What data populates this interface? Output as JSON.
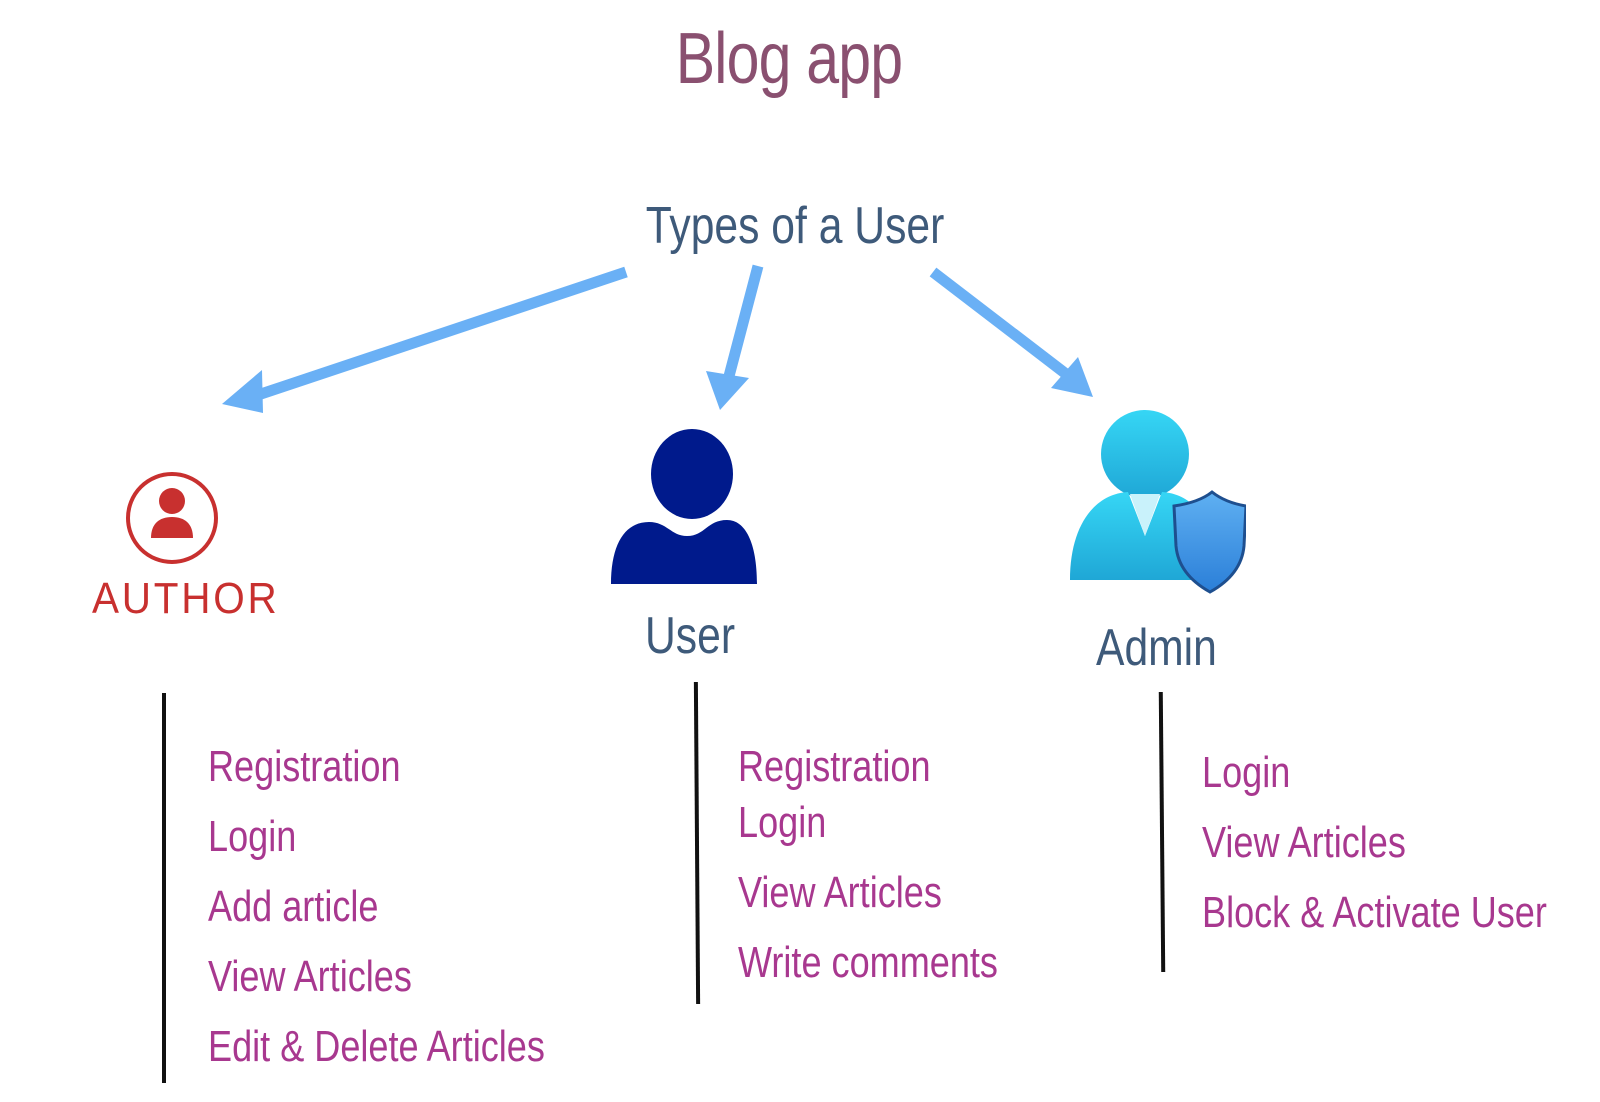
{
  "title": "Blog app",
  "subtitle": "Types of a User",
  "colors": {
    "title": "#8a5070",
    "heading": "#3e5a7a",
    "feature": "#a8388f",
    "arrow": "#6ab0f5",
    "author": "#c8302f",
    "user_icon": "#001a8c",
    "admin_icon": "#35c8ec",
    "admin_shield": "#3a8fe0"
  },
  "roles": [
    {
      "name": "AUTHOR",
      "icon": "author-badge-icon",
      "features": [
        "Registration",
        "Login",
        "Add article",
        "View Articles",
        "Edit & Delete Articles"
      ]
    },
    {
      "name": "User",
      "icon": "person-silhouette-icon",
      "features": [
        "Registration",
        "Login",
        "View Articles",
        "Write comments"
      ]
    },
    {
      "name": "Admin",
      "icon": "admin-shield-icon",
      "features": [
        "Login",
        "View Articles",
        "Block & Activate User"
      ]
    }
  ]
}
